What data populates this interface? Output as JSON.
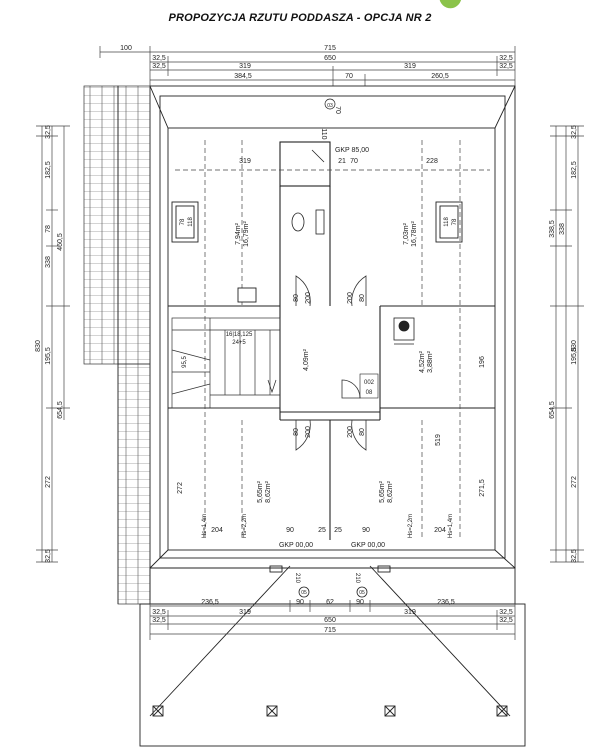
{
  "title": "PROPOZYCJA RZUTU PODDASZA - OPCJA NR 2",
  "colors": {
    "line": "#222222",
    "dim": "#444444",
    "leaf": "#8bc34a"
  },
  "dims_top": {
    "row0": {
      "left": "100",
      "total": "715"
    },
    "row1": {
      "a": "32,5",
      "b": "650",
      "c": "32,5"
    },
    "row2": {
      "a": "32,5",
      "b": "319",
      "c": "319",
      "d": "32,5"
    },
    "row3": {
      "a": "384,5",
      "b": "70",
      "c": "260,5"
    }
  },
  "dims_bottom": {
    "row1": {
      "a": "236,5",
      "b": "90",
      "c": "62",
      "d": "90",
      "e": "236,5"
    },
    "row2": {
      "a": "32,5",
      "b": "319",
      "c": "319",
      "d": "32,5"
    },
    "row3": {
      "a": "32,5",
      "b": "650",
      "c": "32,5"
    },
    "row4": {
      "total": "715"
    }
  },
  "dims_left": {
    "outer": "830",
    "mid": [
      "32,5",
      "182,5",
      "78",
      "338",
      "195,5",
      "272",
      "32,5"
    ],
    "inner": [
      "460,5",
      "654,5"
    ]
  },
  "dims_right": {
    "outer": "830",
    "mid": [
      "32,5",
      "182,5",
      "338",
      "195,5",
      "272",
      "32,5"
    ],
    "inner": [
      "338,5",
      "654,5"
    ]
  },
  "plan_labels": {
    "top_window": "110",
    "top_window2": "70",
    "window_code": "03",
    "gkp_top": "GKP 85,00",
    "dim_319": "319",
    "dim_21": "21",
    "dim_70": "70",
    "dim_228": "228",
    "room_left_area": "16,79m²",
    "room_left_area2": "7,94m²",
    "room_right_area": "16,78m²",
    "room_right_area2": "7,03m²",
    "skylight_left": "78",
    "skylight_left2": "118",
    "skylight_right": "118",
    "skylight_right2": "78",
    "door_a": "200",
    "door_b": "80",
    "stair_note": "16|18,125",
    "stair_note2": "24+5",
    "stair_dim": "95,5",
    "hall_area": "4,09m²",
    "bath_code": "002",
    "bath_code2": "08",
    "room_mid_right": "3,88m²",
    "room_mid_right2": "4,52m²",
    "dim_196": "196",
    "dim_519": "519",
    "dim_272": "272",
    "dim_2715": "271,5",
    "room_bl_area": "8,62m²",
    "room_bl_area2": "5,65m²",
    "room_br_area": "8,62m²",
    "room_br_area2": "5,65m²",
    "height_label": "Hs=1,4m",
    "height_label2": "Hs=2,2m",
    "dim_204": "204",
    "dim_90": "90",
    "dim_25": "25",
    "gkp_bottom": "GKP 00,00",
    "bottom_window": "210",
    "bottom_window2": "05"
  }
}
